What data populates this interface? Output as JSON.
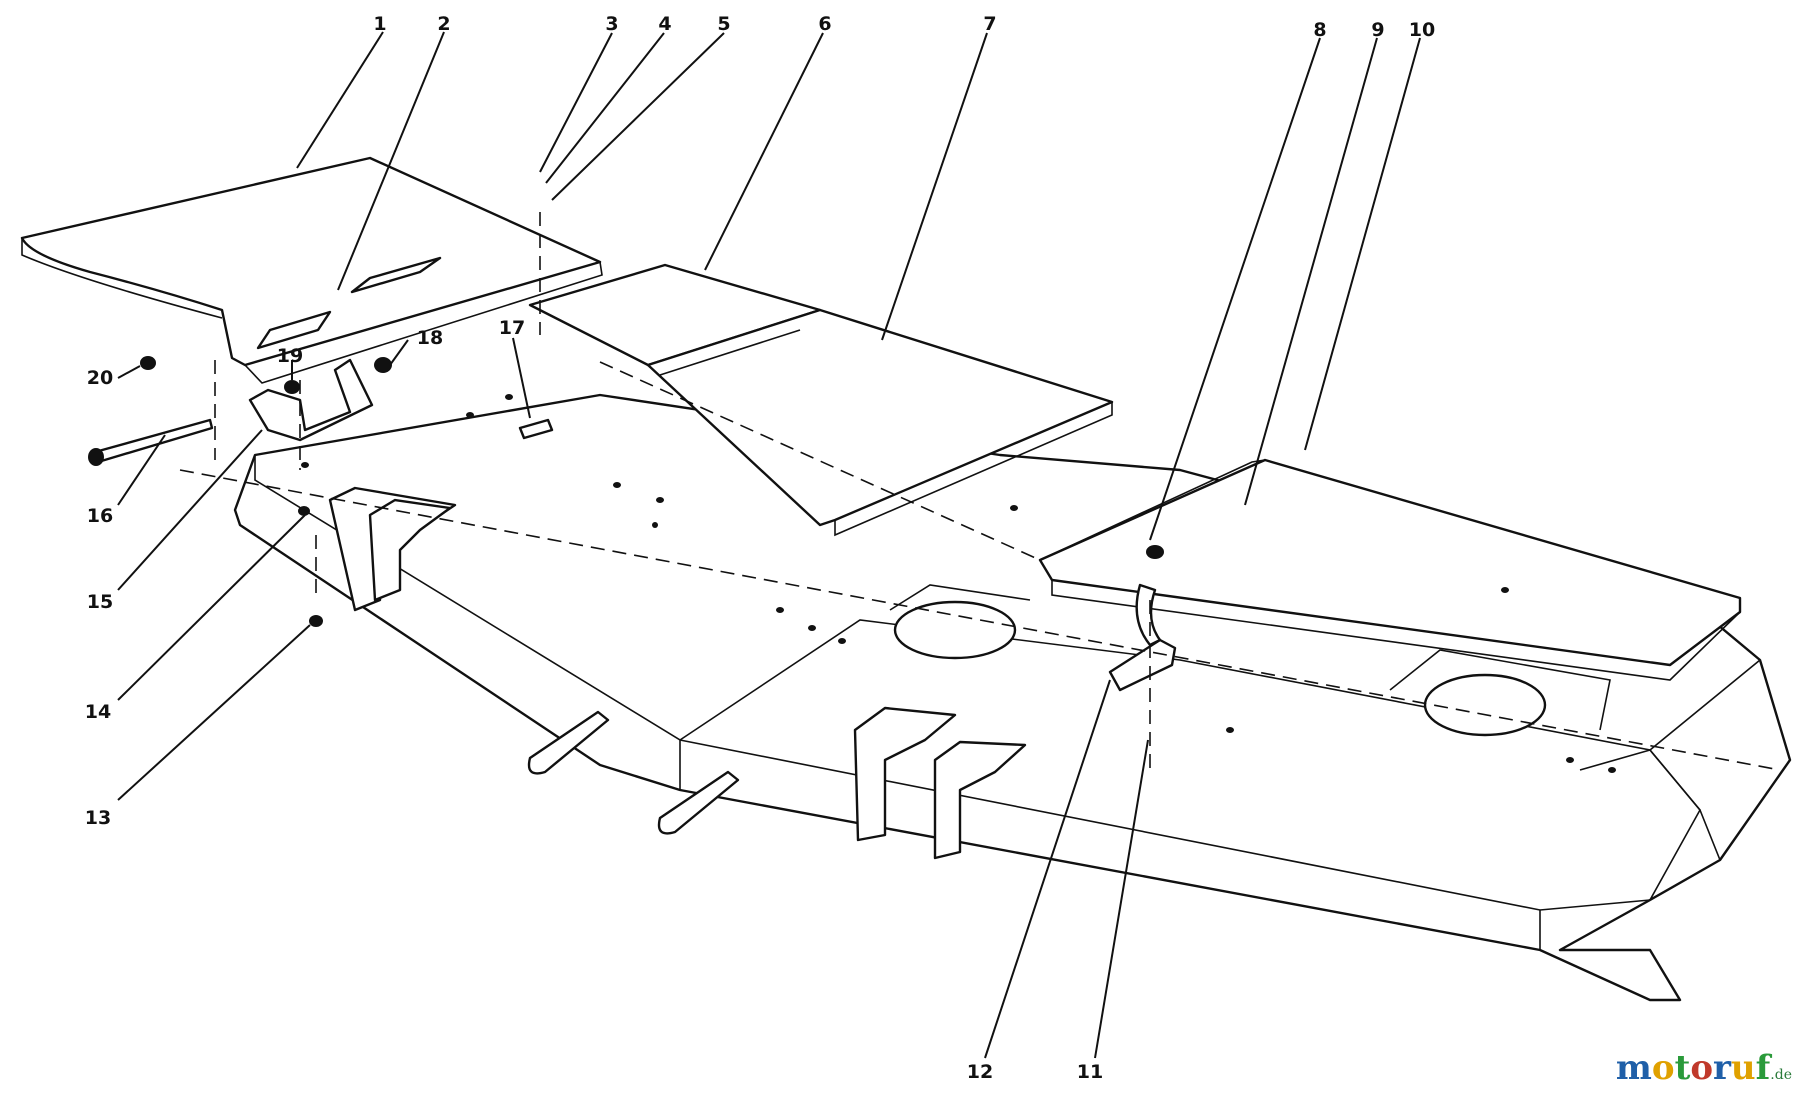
{
  "callouts": [
    "1",
    "2",
    "3",
    "4",
    "5",
    "6",
    "7",
    "8",
    "9",
    "10",
    "11",
    "12",
    "13",
    "14",
    "15",
    "16",
    "17",
    "18",
    "19",
    "20"
  ],
  "watermark": {
    "letters": [
      "m",
      "o",
      "t",
      "o",
      "r",
      "u",
      "f"
    ],
    "letter_colors": [
      "#1f5fa8",
      "#e0a100",
      "#2a9a3a",
      "#c0392b",
      "#1f5fa8",
      "#e0a100",
      "#2a9a3a"
    ],
    "tld": ".de"
  },
  "colors": {
    "line": "#111111",
    "background": "#ffffff"
  }
}
